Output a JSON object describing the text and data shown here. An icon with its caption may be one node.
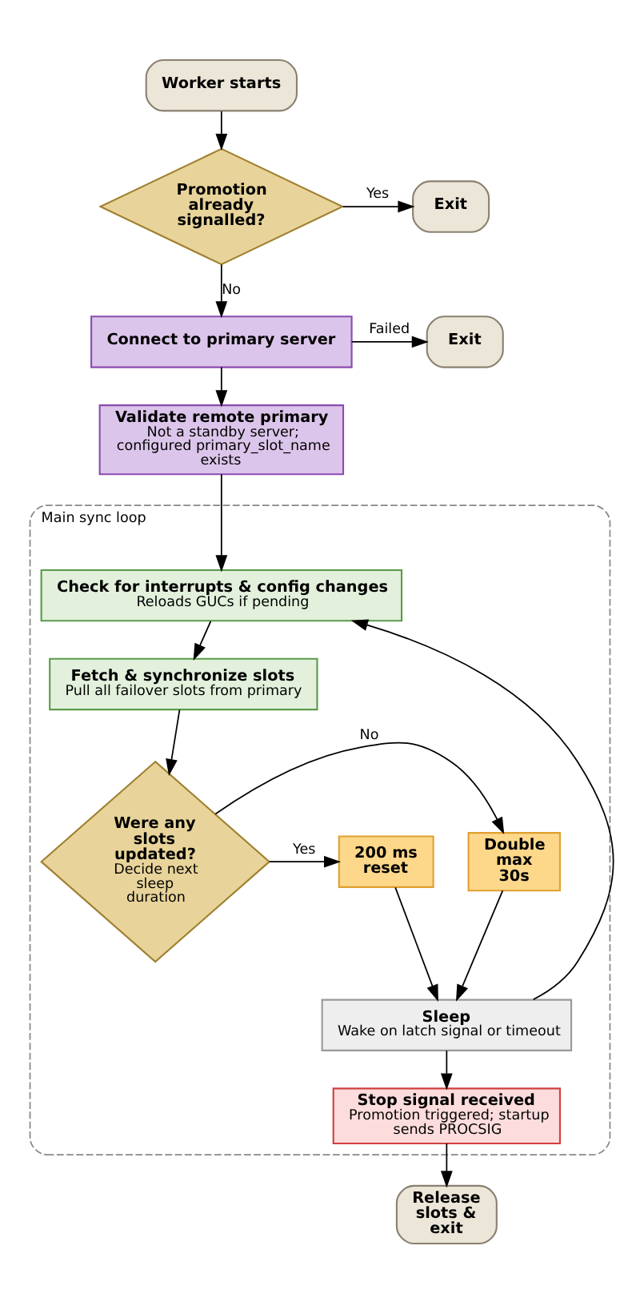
{
  "diagram": {
    "nodes": [
      {
        "text": [
          "Worker starts"
        ]
      },
      {
        "text": [
          "Promotion already signalled?"
        ]
      },
      {
        "text": [
          "Exit"
        ]
      },
      {
        "text": [
          "Connect to primary server"
        ]
      },
      {
        "text": [
          "Exit"
        ]
      },
      {
        "text": [
          "Validate remote primary",
          "Not a standby server; configured primary_slot_name exists"
        ]
      },
      {
        "text": [
          "Main sync loop"
        ]
      },
      {
        "text": [
          "Check for interrupts & config changes",
          "Reloads GUCs if pending"
        ],
        "in": 6
      },
      {
        "text": [
          "Fetch & synchronize slots",
          "Pull all failover slots from primary"
        ],
        "in": 6
      },
      {
        "text": [
          "Were any slots updated?",
          "Decide next sleep duration"
        ],
        "in": 6
      },
      {
        "text": [
          "Double max 30s"
        ],
        "in": 6
      },
      {
        "text": [
          "200 ms reset"
        ],
        "in": 6
      },
      {
        "text": [
          "Sleep",
          "Wake on latch signal or timeout"
        ],
        "in": 6
      },
      {
        "text": [
          "Stop signal received",
          "Promotion triggered; startup sends PROCSIG"
        ],
        "in": 6
      },
      {
        "text": [
          "Release slots & exit"
        ]
      }
    ],
    "edges": [
      {
        "from": 0,
        "to": 1,
        "arrow": "to"
      },
      {
        "from": 1,
        "to": 2,
        "arrow": "to",
        "label": "Yes"
      },
      {
        "from": 1,
        "to": 3,
        "arrow": "to",
        "label": "No"
      },
      {
        "from": 3,
        "to": 4,
        "arrow": "to",
        "label": "Failed"
      },
      {
        "from": 3,
        "to": 5,
        "arrow": "to"
      },
      {
        "from": 5,
        "to": 7,
        "arrow": "to"
      },
      {
        "from": 7,
        "to": 8,
        "arrow": "to"
      },
      {
        "from": 8,
        "to": 9,
        "arrow": "to"
      },
      {
        "from": 9,
        "to": 10,
        "arrow": "to",
        "label": "No"
      },
      {
        "from": 9,
        "to": 11,
        "arrow": "to",
        "label": "Yes"
      },
      {
        "from": 10,
        "to": 12,
        "arrow": "to"
      },
      {
        "from": 11,
        "to": 12,
        "arrow": "to"
      },
      {
        "from": 12,
        "to": 7,
        "arrow": "to"
      },
      {
        "from": 12,
        "to": 13,
        "arrow": "to"
      },
      {
        "from": 13,
        "to": 14,
        "arrow": "to"
      }
    ]
  }
}
